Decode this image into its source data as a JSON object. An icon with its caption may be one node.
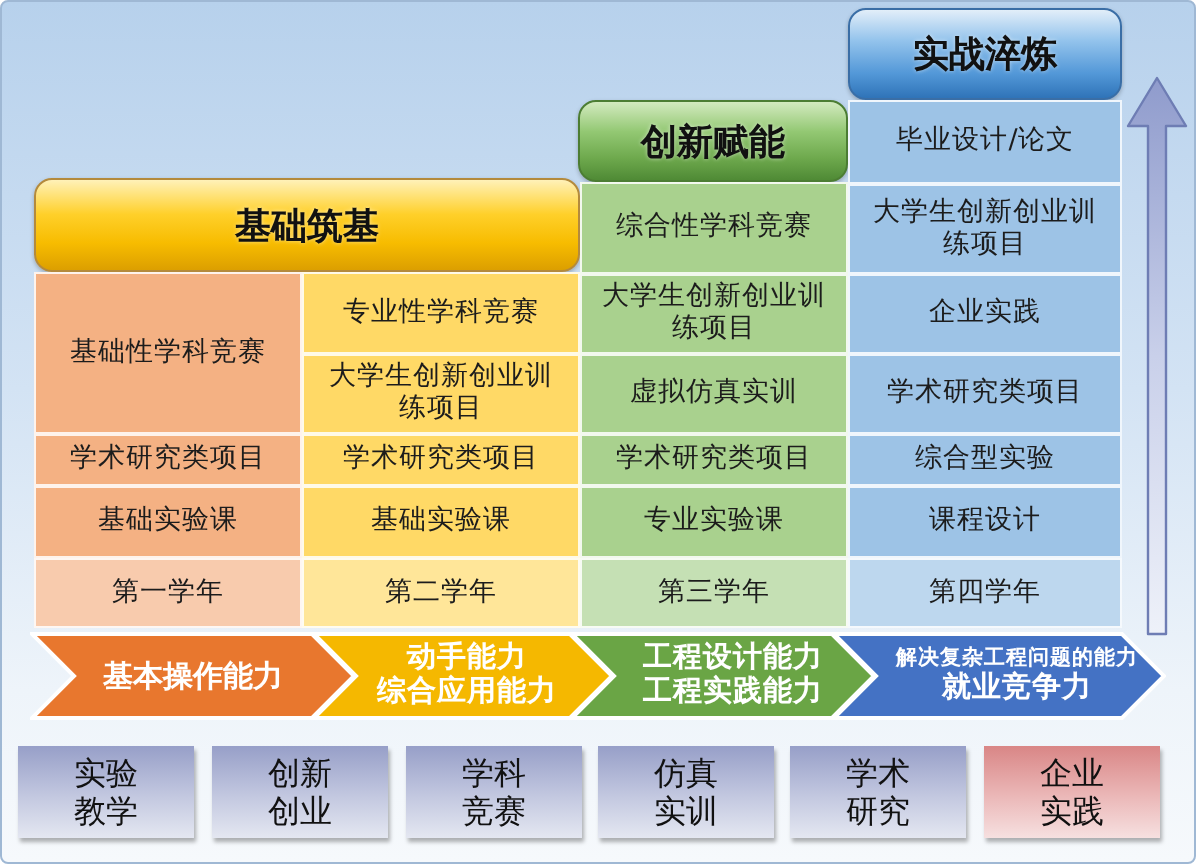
{
  "diagram": {
    "nodes": [
      {
        "text": [
          "基础筑基"
        ]
      },
      {
        "text": [
          "基础性学科竞赛"
        ]
      },
      {
        "text": [
          "学术研究类项目"
        ]
      },
      {
        "text": [
          "基础实验课"
        ]
      },
      {
        "text": [
          "第一学年"
        ]
      },
      {
        "text": [
          "专业性学科竞赛"
        ]
      },
      {
        "text": [
          "大学生创新创业训练项目"
        ]
      },
      {
        "text": [
          "学术研究类项目"
        ]
      },
      {
        "text": [
          "基础实验课"
        ]
      },
      {
        "text": [
          "第二学年"
        ]
      },
      {
        "text": [
          "创新赋能"
        ]
      },
      {
        "text": [
          "综合性学科竞赛"
        ]
      },
      {
        "text": [
          "大学生创新创业训练项目"
        ]
      },
      {
        "text": [
          "虚拟仿真实训"
        ]
      },
      {
        "text": [
          "学术研究类项目"
        ]
      },
      {
        "text": [
          "专业实验课"
        ]
      },
      {
        "text": [
          "第三学年"
        ]
      },
      {
        "text": [
          "实战淬炼"
        ]
      },
      {
        "text": [
          "毕业设计/论文"
        ]
      },
      {
        "text": [
          "大学生创新创业训练项目"
        ]
      },
      {
        "text": [
          "企业实践"
        ]
      },
      {
        "text": [
          "学术研究类项目"
        ]
      },
      {
        "text": [
          "综合型实验"
        ]
      },
      {
        "text": [
          "课程设计"
        ]
      },
      {
        "text": [
          "第四学年"
        ]
      },
      {
        "text": [
          "基本操作能力"
        ]
      },
      {
        "text": [
          "动手能力",
          "综合应用能力"
        ]
      },
      {
        "text": [
          "工程设计能力",
          "工程实践能力"
        ]
      },
      {
        "text": [
          "解决复杂工程问题的能力",
          "就业竞争力"
        ]
      },
      {
        "text": [
          "实验教学"
        ]
      },
      {
        "text": [
          "创新创业"
        ]
      },
      {
        "text": [
          "学科竞赛"
        ]
      },
      {
        "text": [
          "仿真实训"
        ]
      },
      {
        "text": [
          "学术研究"
        ]
      },
      {
        "text": [
          "企业实践"
        ]
      }
    ]
  }
}
